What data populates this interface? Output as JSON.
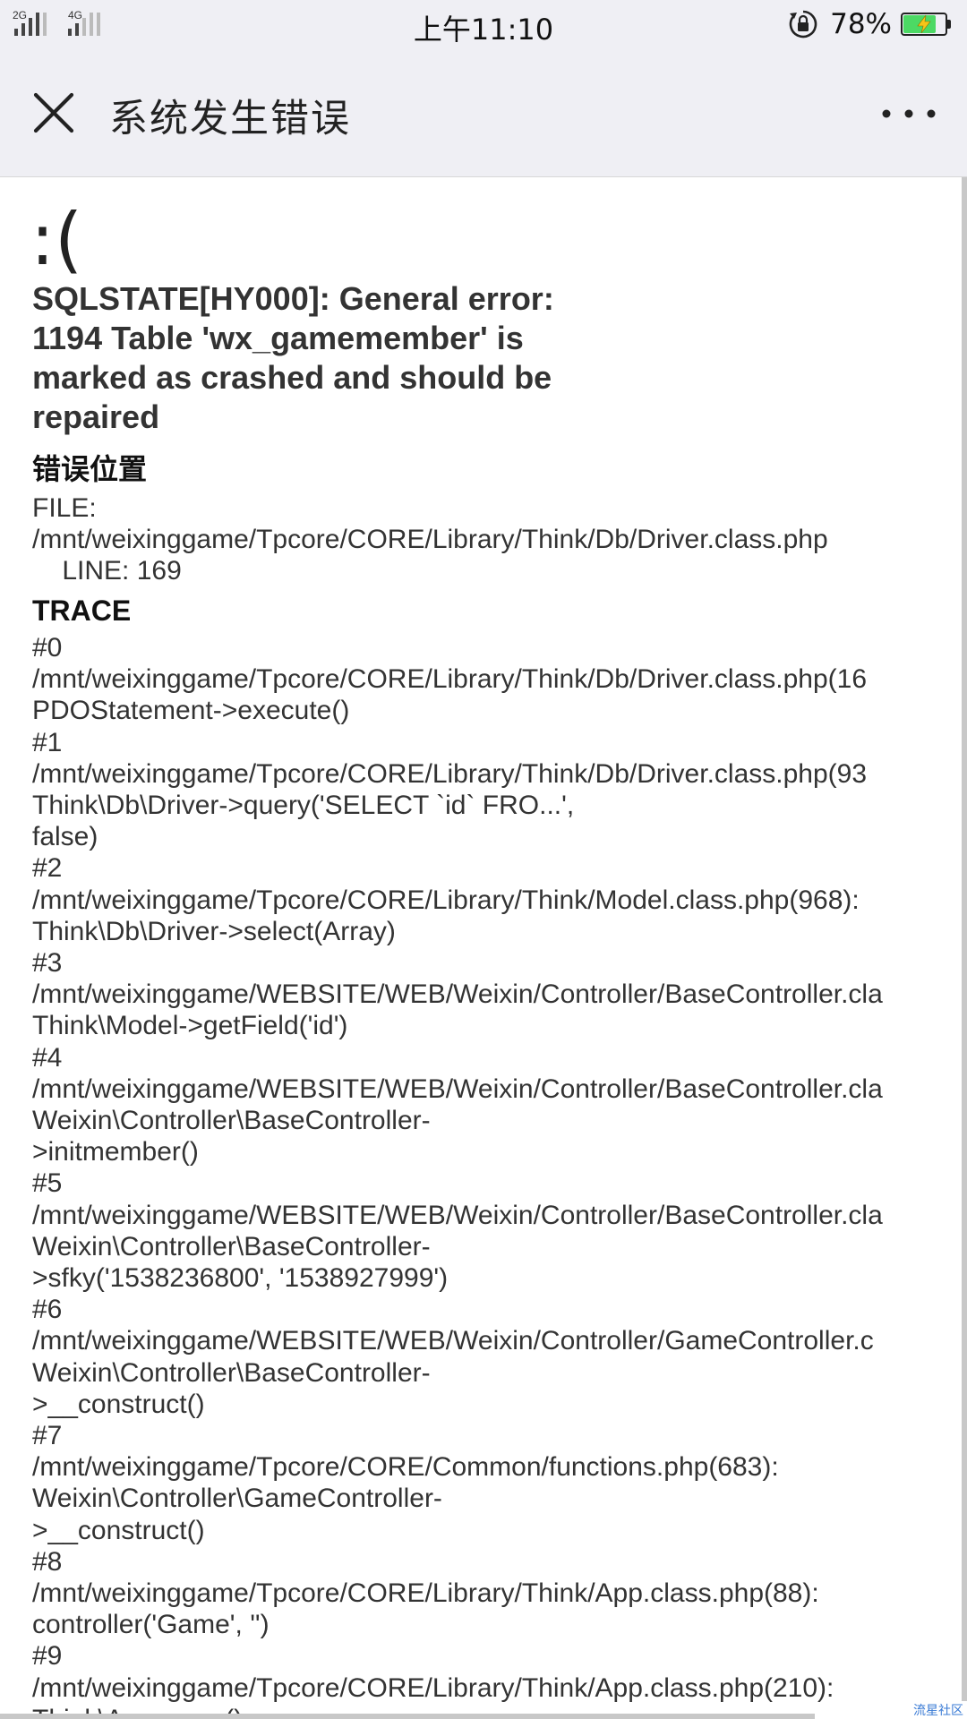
{
  "status_bar": {
    "network_1": "2G",
    "network_2": "4G",
    "time": "上午11:10",
    "battery_percent": "78%",
    "battery_level": 0.78,
    "rotation_lock_icon": "rotation-lock-icon",
    "battery_color": "#4cd964"
  },
  "header": {
    "title": "系统发生错误",
    "close_icon": "close-icon",
    "more_icon": "more-icon"
  },
  "error": {
    "face": ":(",
    "message": "SQLSTATE[HY000]: General error: 1194 Table 'wx_gamemember' is marked as crashed and should be repaired",
    "location_heading": "错误位置",
    "location_lines": [
      "FILE:",
      "/mnt/weixinggame/Tpcore/CORE/Library/Think/Db/Driver.class.php",
      "    LINE: 169"
    ],
    "trace_heading": "TRACE",
    "trace_lines": [
      "#0",
      "/mnt/weixinggame/Tpcore/CORE/Library/Think/Db/Driver.class.php(16",
      "PDOStatement->execute()",
      "#1",
      "/mnt/weixinggame/Tpcore/CORE/Library/Think/Db/Driver.class.php(93",
      "Think\\Db\\Driver->query('SELECT `id` FRO...',",
      "false)",
      "#2",
      "/mnt/weixinggame/Tpcore/CORE/Library/Think/Model.class.php(968):",
      "Think\\Db\\Driver->select(Array)",
      "#3",
      "/mnt/weixinggame/WEBSITE/WEB/Weixin/Controller/BaseController.cla",
      "Think\\Model->getField('id')",
      "#4",
      "/mnt/weixinggame/WEBSITE/WEB/Weixin/Controller/BaseController.cla",
      "Weixin\\Controller\\BaseController-",
      ">initmember()",
      "#5",
      "/mnt/weixinggame/WEBSITE/WEB/Weixin/Controller/BaseController.cla",
      "Weixin\\Controller\\BaseController-",
      ">sfky('1538236800', '1538927999')",
      "#6",
      "/mnt/weixinggame/WEBSITE/WEB/Weixin/Controller/GameController.c",
      "Weixin\\Controller\\BaseController-",
      ">__construct()",
      "#7",
      "/mnt/weixinggame/Tpcore/CORE/Common/functions.php(683):",
      "Weixin\\Controller\\GameController-",
      ">__construct()",
      "#8",
      "/mnt/weixinggame/Tpcore/CORE/Library/Think/App.class.php(88):",
      "controller('Game', '')",
      "#9",
      "/mnt/weixinggame/Tpcore/CORE/Library/Think/App.class.php(210):",
      "Think\\App::exec()"
    ]
  },
  "watermark": "流星社区"
}
